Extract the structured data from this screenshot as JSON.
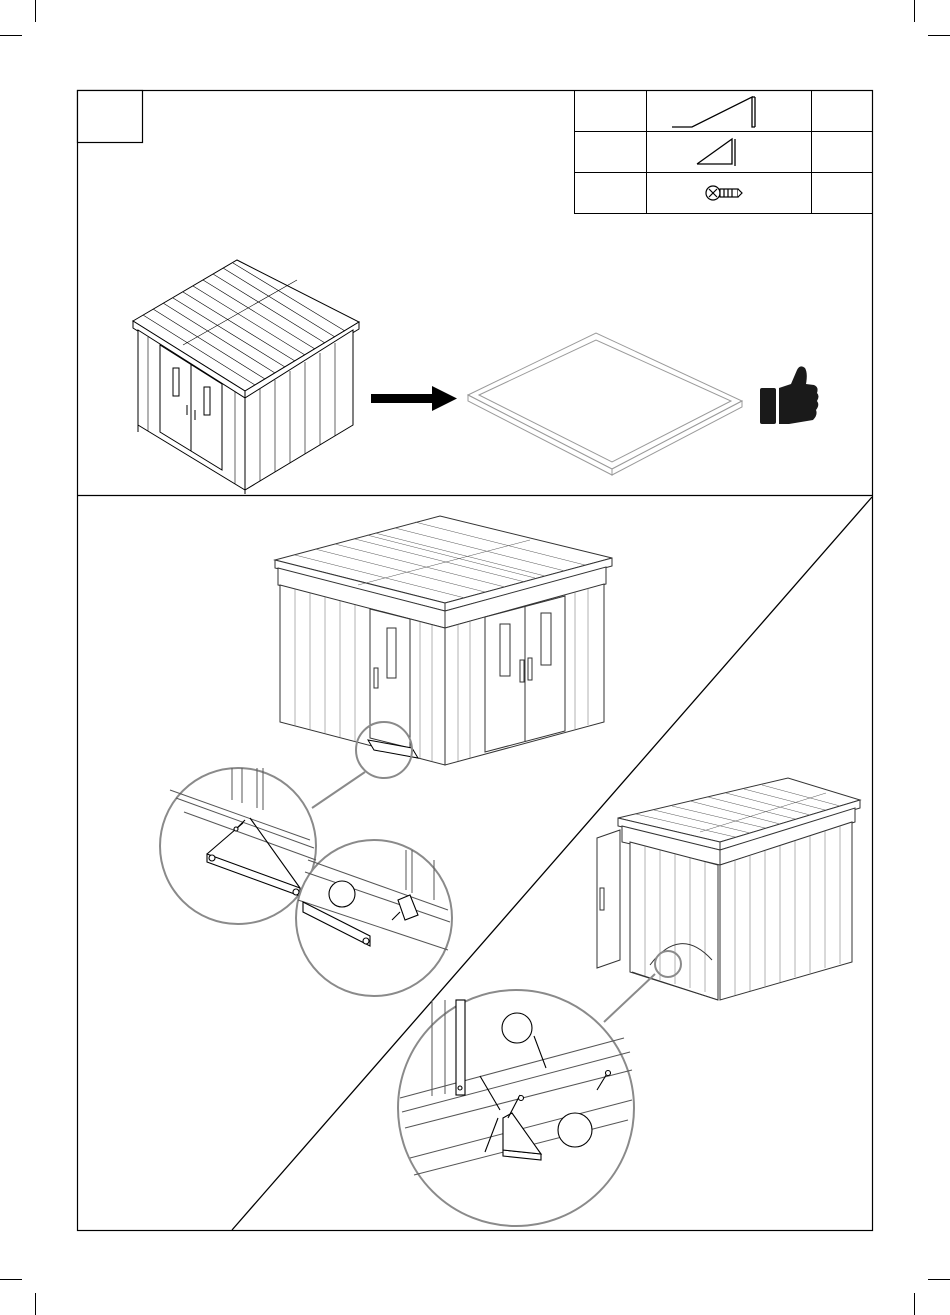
{
  "page": {
    "step_number": "",
    "parts_table": {
      "rows": [
        {
          "code": "",
          "part": "long-angle-bracket",
          "qty": ""
        },
        {
          "code": "",
          "part": "short-angle-bracket",
          "qty": ""
        },
        {
          "code": "",
          "part": "screw",
          "qty": ""
        }
      ]
    },
    "callouts": {
      "detail_a_label": "",
      "detail_b_label_top": "",
      "detail_b_label_bottom": ""
    },
    "icons": {
      "arrow": "arrow-right-icon",
      "approval": "thumbs-up-icon",
      "screw": "screw-icon"
    },
    "colors": {
      "line": "#000000",
      "grey_line": "#8a8a8a",
      "panel_fill": "#ffffff",
      "thumb": "#1a1a1a"
    }
  }
}
